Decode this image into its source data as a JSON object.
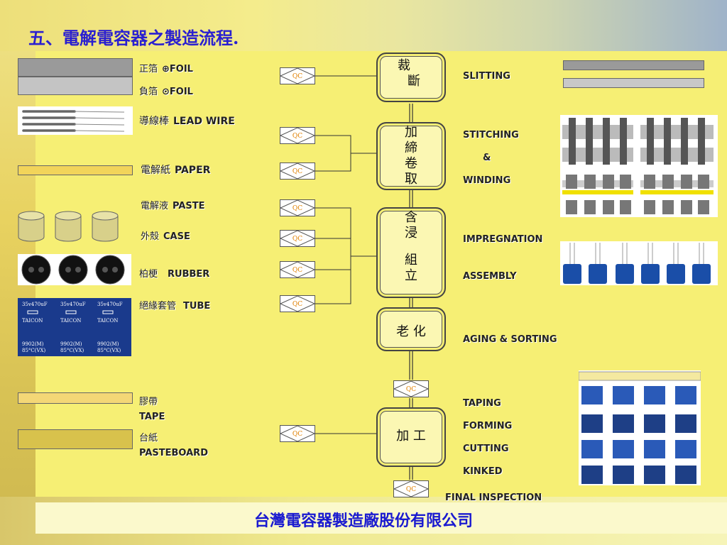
{
  "title": "五、電解電容器之製造流程.",
  "footer": "台灣電容器製造廠股份有限公司",
  "qc_label": "QC",
  "materials": {
    "pos_foil": {
      "zh": "正箔",
      "en": "⊕FOIL"
    },
    "neg_foil": {
      "zh": "負箔",
      "en": "⊙FOIL"
    },
    "lead_wire": {
      "zh": "導線棒",
      "en": "LEAD WIRE"
    },
    "paper": {
      "zh": "電解紙",
      "en": "PAPER"
    },
    "paste": {
      "zh": "電解液",
      "en": "PASTE"
    },
    "case": {
      "zh": "外殼",
      "en": "CASE"
    },
    "rubber": {
      "zh": "柏梗",
      "en": "RUBBER"
    },
    "tube": {
      "zh": "絕緣套管",
      "en": "TUBE"
    },
    "tape_zh": "膠帶",
    "tape_en": "TAPE",
    "pasteboard_zh": "台紙",
    "pasteboard_en": "PASTEBOARD"
  },
  "tube_label": {
    "spec": "35v470uF",
    "brand": "TAICON",
    "code": "9902(M)",
    "temp": "85°C(VX)"
  },
  "stages": {
    "slitting": {
      "l1": "裁",
      "l2": "斷"
    },
    "winding": {
      "l1": "加",
      "l2": "締",
      "l3": "卷",
      "l4": "取"
    },
    "assembly": {
      "l1": "含",
      "l2": "浸",
      "l3": "組",
      "l4": "立"
    },
    "aging": {
      "l1": "老 化"
    },
    "processing": {
      "l1": "加 工"
    }
  },
  "process": {
    "slitting": "SLITTING",
    "stitching": "STITCHING",
    "amp": "&",
    "winding": "WINDING",
    "impregnation": "IMPREGNATION",
    "assembly": "ASSEMBLY",
    "aging": "AGING & SORTING",
    "taping": "TAPING",
    "forming": "FORMING",
    "cutting": "CUTTING",
    "kinked": "KINKED",
    "final": "FINAL INSPECTION"
  },
  "colors": {
    "title": "#2a1fd0",
    "qc": "#e08000",
    "background": "#f6ef74"
  }
}
